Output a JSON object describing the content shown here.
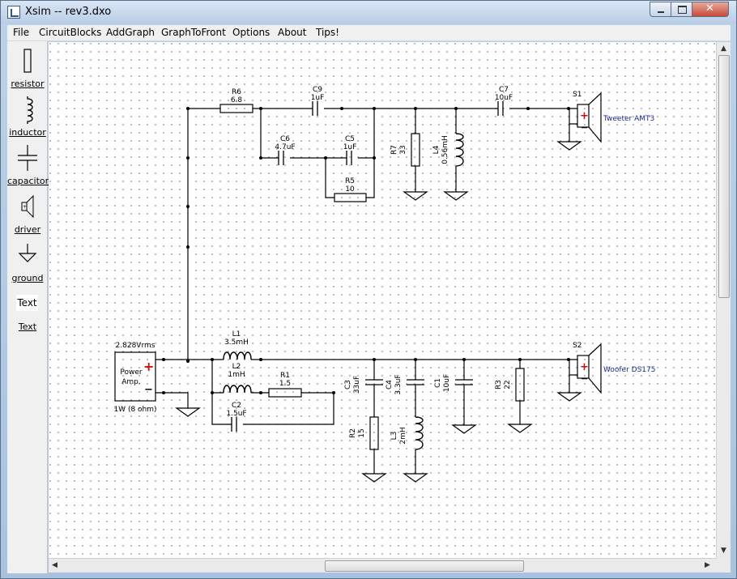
{
  "window": {
    "title": "Xsim -- rev3.dxo"
  },
  "menu": [
    "File",
    "CircuitBlocks",
    "AddGraph",
    "GraphToFront",
    "Options",
    "About",
    "Tips!"
  ],
  "palette": [
    {
      "label": "resistor",
      "icon": "resistor-icon"
    },
    {
      "label": "inductor",
      "icon": "inductor-icon"
    },
    {
      "label": "capacitor",
      "icon": "capacitor-icon"
    },
    {
      "label": "driver",
      "icon": "speaker-icon"
    },
    {
      "label": "ground",
      "icon": "ground-icon"
    },
    {
      "label": "Text",
      "icon": "text-sample"
    }
  ],
  "palette_text_sample": "Text",
  "schematic": {
    "source": {
      "voltage": "2.828Vrms",
      "label1": "Power",
      "label2": "Amp.",
      "impedance": "1W (8 ohm)",
      "plus": "+",
      "minus": "−"
    },
    "components": {
      "R6": {
        "name": "R6",
        "value": "6.8"
      },
      "C9": {
        "name": "C9",
        "value": "1uF"
      },
      "C7": {
        "name": "C7",
        "value": "10uF"
      },
      "C6": {
        "name": "C6",
        "value": "4.7uF"
      },
      "C5": {
        "name": "C5",
        "value": "1uF"
      },
      "R5": {
        "name": "R5",
        "value": "10"
      },
      "R7": {
        "name": "R7",
        "value": "33"
      },
      "L4": {
        "name": "L4",
        "value": "0.56mH"
      },
      "L1": {
        "name": "L1",
        "value": "3.5mH"
      },
      "L2": {
        "name": "L2",
        "value": "1mH"
      },
      "R1": {
        "name": "R1",
        "value": "1.5"
      },
      "C2": {
        "name": "C2",
        "value": "1.5uF"
      },
      "C3": {
        "name": "C3",
        "value": "33uF"
      },
      "C4": {
        "name": "C4",
        "value": "3.3uF"
      },
      "C1": {
        "name": "C1",
        "value": "10uF"
      },
      "R3": {
        "name": "R3",
        "value": "22"
      },
      "R2": {
        "name": "R2",
        "value": "15"
      },
      "L3": {
        "name": "L3",
        "value": "2mH"
      }
    },
    "drivers": {
      "S1": {
        "name": "S1",
        "label": "Tweeter AMT3"
      },
      "S2": {
        "name": "S2",
        "label": "Woofer DS175"
      }
    },
    "colors": {
      "wire": "#000000",
      "plus": "#d01010",
      "driver_label": "#1a2a8a"
    }
  }
}
